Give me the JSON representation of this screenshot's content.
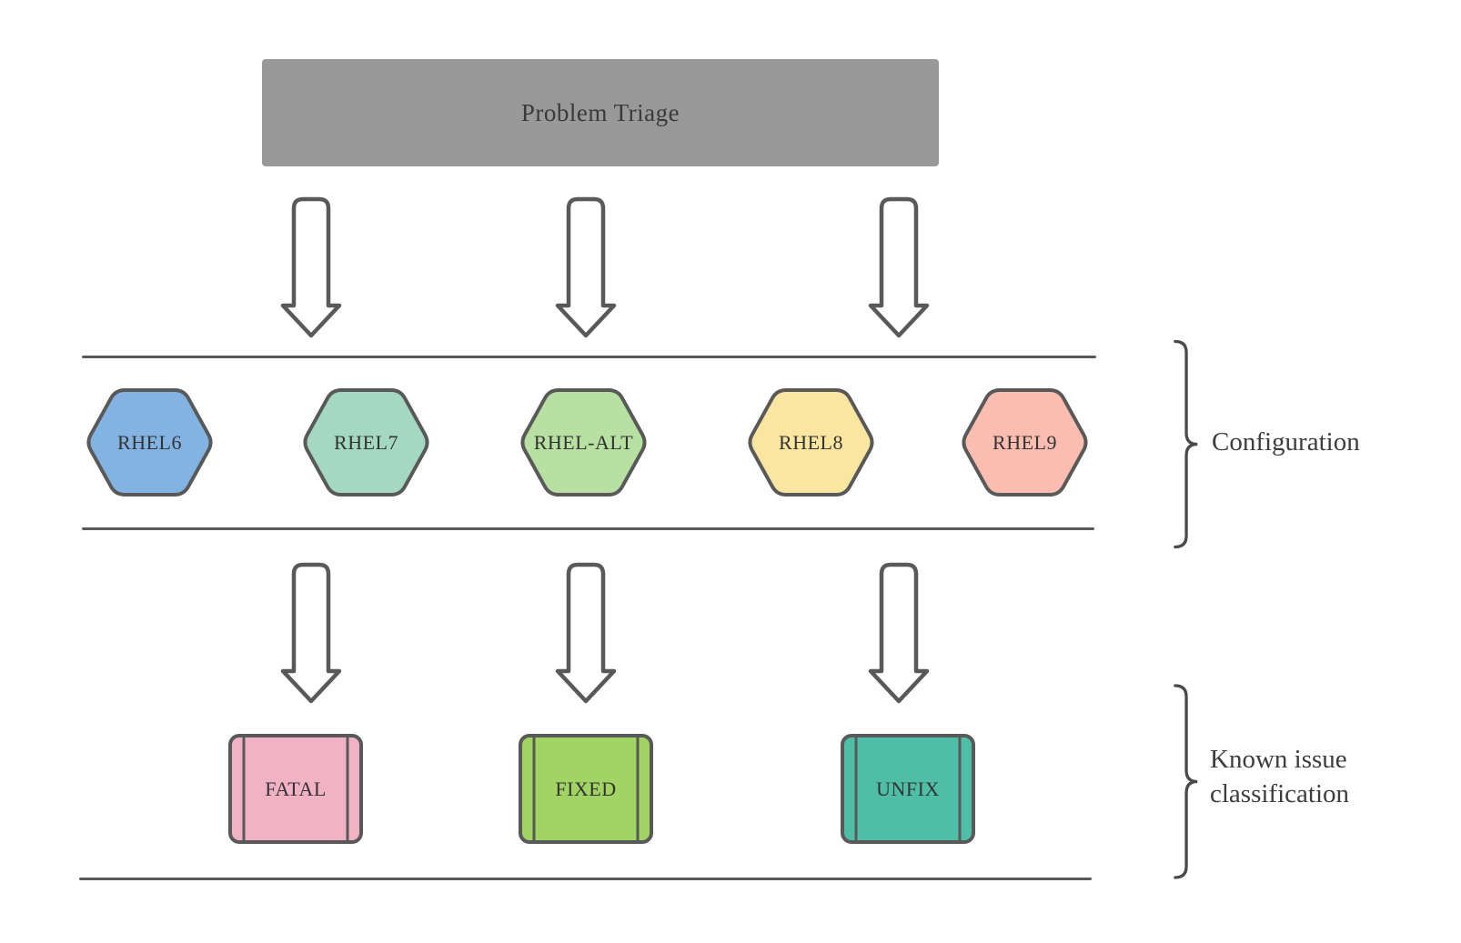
{
  "title_box": {
    "label": "Problem Triage"
  },
  "configurations": [
    {
      "label": "RHEL6",
      "color": "#82B3E3"
    },
    {
      "label": "RHEL7",
      "color": "#A5D8C3"
    },
    {
      "label": "RHEL-ALT",
      "color": "#B8E0A2"
    },
    {
      "label": "RHEL8",
      "color": "#FAE5A1"
    },
    {
      "label": "RHEL9",
      "color": "#FCBDB1"
    }
  ],
  "classifications": [
    {
      "label": "FATAL",
      "color": "#F2B2C5"
    },
    {
      "label": "FIXED",
      "color": "#A2D464"
    },
    {
      "label": "UNFIX",
      "color": "#4FBEA6"
    }
  ],
  "groups": {
    "configuration": {
      "label": "Configuration"
    },
    "known_issue": {
      "line1": "Known issue",
      "line2": "classification"
    }
  },
  "colors": {
    "outline": "#595959",
    "title_fill": "#999999",
    "brace": "#4A4A4A",
    "text": "#333333"
  }
}
